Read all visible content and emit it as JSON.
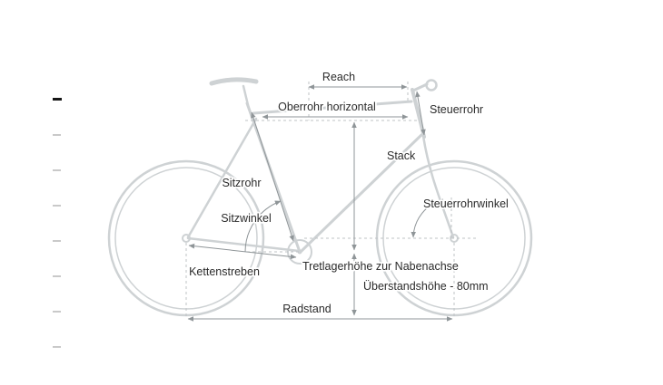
{
  "diagram": {
    "type": "bike-geometry-diagram",
    "labels": {
      "reach": "Reach",
      "oberrohr": "Oberrohr horizontal",
      "steuerrohr": "Steuerrohr",
      "stack": "Stack",
      "sitzrohr": "Sitzrohr",
      "sitzwinkel": "Sitzwinkel",
      "steuerrohrwinkel": "Steuerrohrwinkel",
      "kettenstreben": "Kettenstreben",
      "tretlagerhoehe": "Tretlagerhöhe zur Nabenachse",
      "ueberstandshoehe": "Überstandshöhe - 80mm",
      "radstand": "Radstand"
    },
    "colors": {
      "bike_line": "#ced2d4",
      "dimension_line": "#8f9598",
      "helper_line": "#bfc3c6",
      "label_text": "#2b2b2b",
      "background": "#ffffff"
    }
  },
  "pager": {
    "count": 8,
    "active_index": 0,
    "active_color": "#161616",
    "inactive_color": "#c9c9c9"
  }
}
